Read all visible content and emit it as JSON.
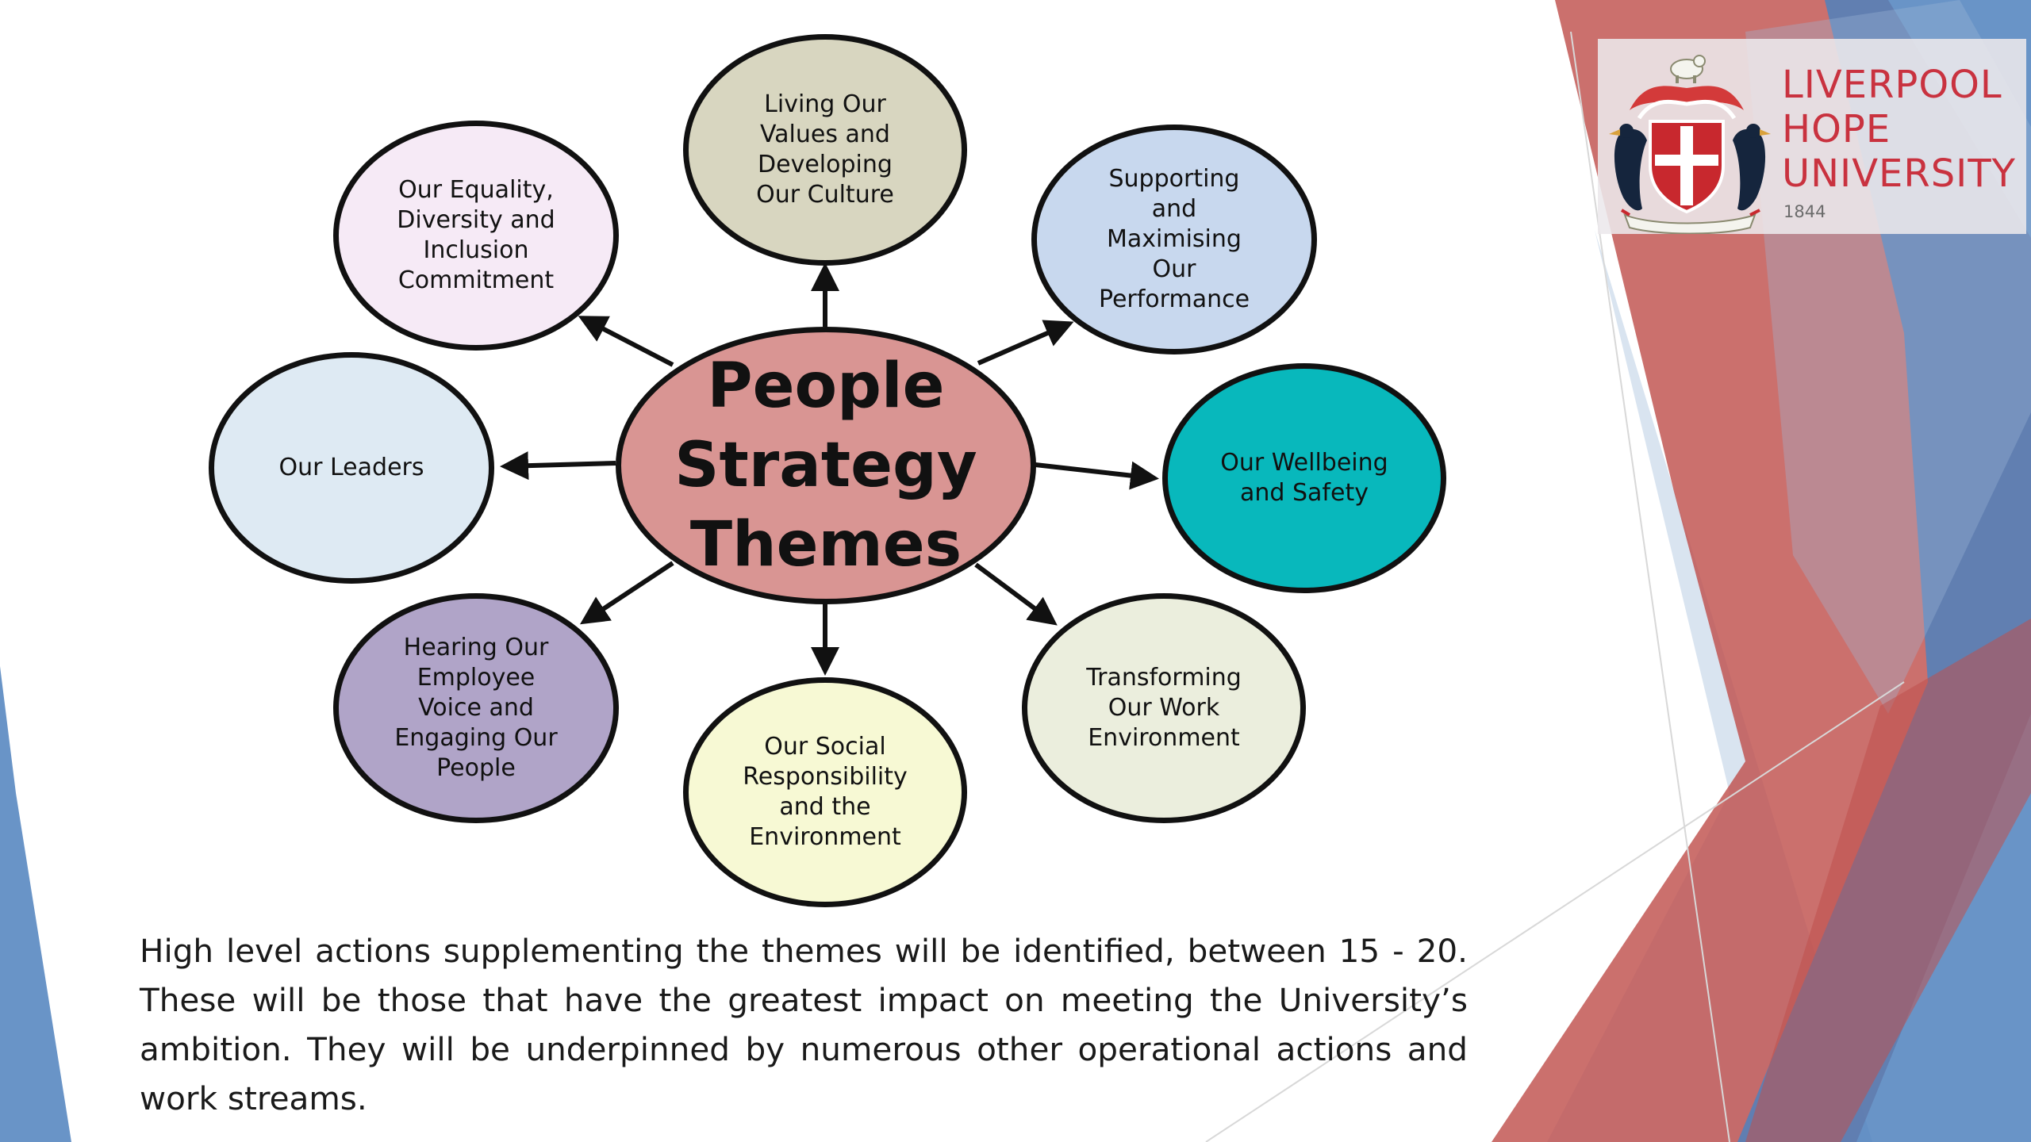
{
  "logo": {
    "line1": "LIVERPOOL",
    "line2": "HOPE",
    "line3": "UNIVERSITY",
    "year": "1844",
    "text_color": "#c9323f",
    "year_color": "#6b6b6b"
  },
  "diagram": {
    "center": {
      "label": "People\nStrategy\nThemes",
      "fill": "#d99593"
    },
    "themes": [
      {
        "label": "Living Our\nValues and\nDeveloping\nOur Culture",
        "fill": "#d8d6c0"
      },
      {
        "label": "Supporting\nand\nMaximising\nOur\nPerformance",
        "fill": "#c8d8ee"
      },
      {
        "label": "Our Wellbeing\nand Safety",
        "fill": "#08b8bc"
      },
      {
        "label": "Transforming\nOur Work\nEnvironment",
        "fill": "#ebeedd"
      },
      {
        "label": "Our Social\nResponsibility\nand the\nEnvironment",
        "fill": "#f7f9d4"
      },
      {
        "label": "Hearing Our\nEmployee\nVoice and\nEngaging Our\nPeople",
        "fill": "#b0a4c8"
      },
      {
        "label": "Our Leaders",
        "fill": "#deeaf3"
      },
      {
        "label": "Our Equality,\nDiversity and\nInclusion\nCommitment",
        "fill": "#f6eaf6"
      }
    ]
  },
  "caption": "High level actions supplementing the themes will be identified, between 15 - 20. These will be those that have the greatest impact on meeting the University’s ambition. They will be underpinned by numerous other operational actions and work streams.",
  "colors": {
    "accent_red": "#c0504d",
    "accent_blue": "#4f81bd",
    "outline": "#111111"
  }
}
